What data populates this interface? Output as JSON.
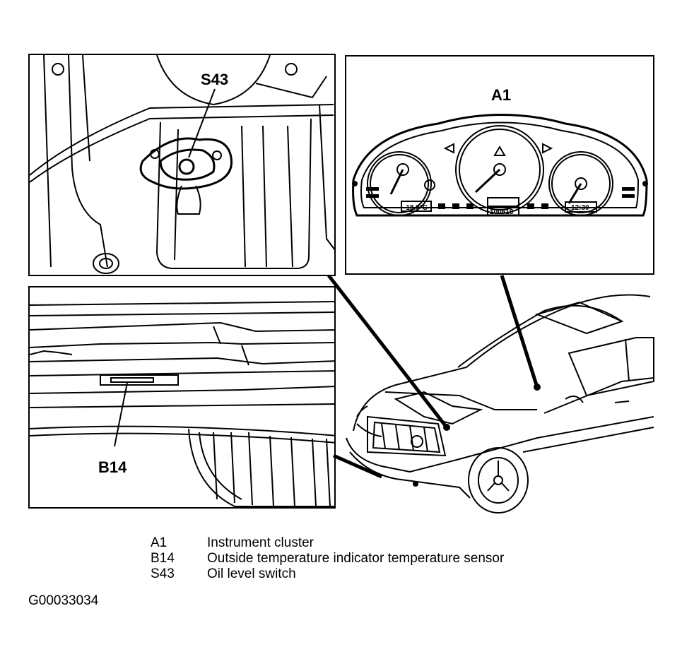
{
  "callouts": {
    "s43": "S43",
    "a1": "A1",
    "b14": "B14"
  },
  "cluster": {
    "outside_temp": "-18.0°C",
    "clock": "12:30",
    "odometer": "100818"
  },
  "legend": [
    {
      "code": "A1",
      "description": "Instrument cluster"
    },
    {
      "code": "B14",
      "description": "Outside temperature indicator temperature sensor"
    },
    {
      "code": "S43",
      "description": "Oil level switch"
    }
  ],
  "figure_id": "G00033034",
  "colors": {
    "ink": "#000000",
    "paper": "#ffffff"
  }
}
